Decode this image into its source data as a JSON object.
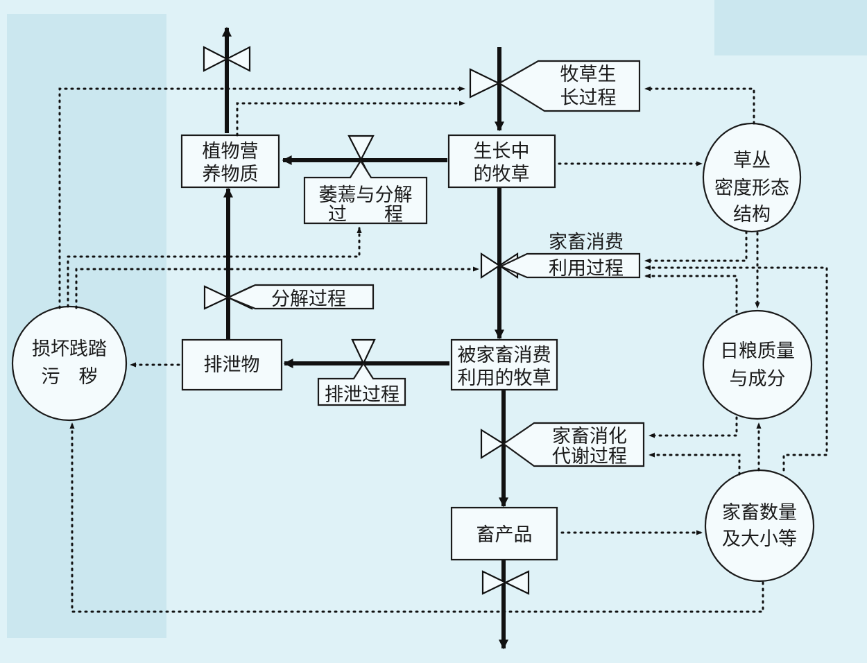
{
  "title": "Grassland-livestock system flow diagram",
  "colors": {
    "background": "#dff2f7",
    "ink": "#111111",
    "box_fill": "#f4fbfd"
  },
  "states": {
    "plant_nutrients": [
      "植物营",
      "养物质"
    ],
    "growing_forage": [
      "生长中",
      "的牧草"
    ],
    "consumed_forage": [
      "被家畜消费",
      "利用的牧草"
    ],
    "excreta": [
      "排泄物"
    ],
    "animal_products": [
      "畜产品"
    ]
  },
  "processes": {
    "forage_growth": [
      "牧草生",
      "长过程"
    ],
    "wilting_decomposition": [
      "萎蔫与分解",
      "过　　程"
    ],
    "decomposition": [
      "分解过程"
    ],
    "consumption_utilization": [
      "家畜消费",
      "利用过程"
    ],
    "excretion": [
      "排泄过程"
    ],
    "digestion_metabolism": [
      "家畜消化",
      "代谢过程"
    ]
  },
  "auxiliaries": {
    "sward_structure": [
      "草丛",
      "密度形态",
      "结构"
    ],
    "ration_quality": [
      "日粮质量",
      "与成分"
    ],
    "damage_trampling": [
      "损坏践踏",
      "污　秽"
    ],
    "livestock_numbers": [
      "家畜数量",
      "及大小等"
    ]
  }
}
